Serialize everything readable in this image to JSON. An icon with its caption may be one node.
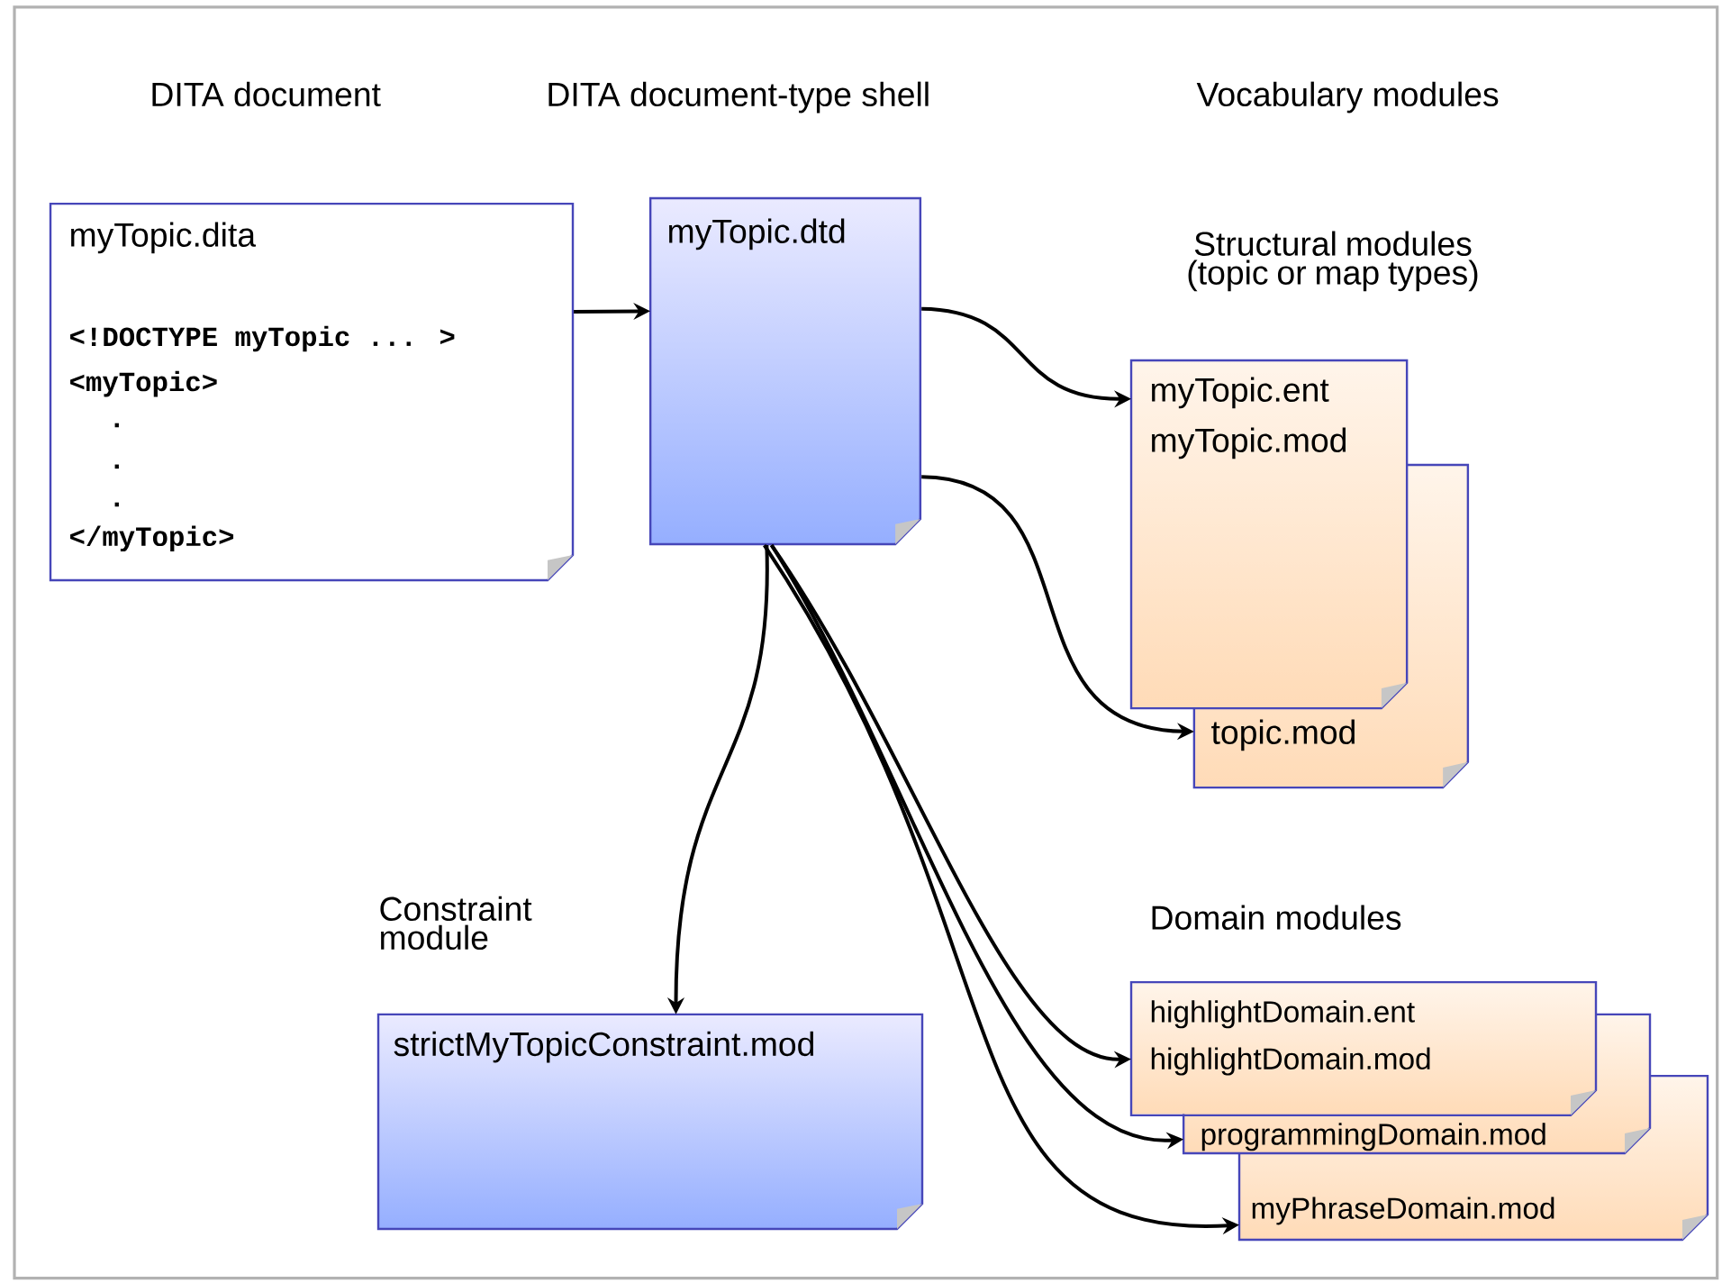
{
  "diagram": {
    "nodes": [
      {
        "text": [
          "myTopic.dita",
          "<!DOCTYPE myTopic ... >",
          "<myTopic>",
          ".",
          ".",
          ".",
          "</myTopic>"
        ]
      },
      {
        "text": [
          "myTopic.dtd"
        ]
      },
      {
        "text": [
          "myTopic.ent",
          "myTopic.mod"
        ]
      },
      {
        "text": [
          "topic.mod"
        ]
      },
      {
        "text": [
          "strictMyTopicConstraint.mod"
        ]
      },
      {
        "text": [
          "highlightDomain.ent",
          "highlightDomain.mod"
        ]
      },
      {
        "text": [
          "programmingDomain.mod"
        ]
      },
      {
        "text": [
          "myPhraseDomain.mod"
        ]
      }
    ],
    "edges": [
      {
        "from": 0,
        "to": 1,
        "arrow": "to"
      },
      {
        "from": 1,
        "to": 2,
        "arrow": "to"
      },
      {
        "from": 1,
        "to": 3,
        "arrow": "to"
      },
      {
        "from": 1,
        "to": 4,
        "arrow": "to"
      },
      {
        "from": 1,
        "to": 5,
        "arrow": "to"
      },
      {
        "from": 1,
        "to": 6,
        "arrow": "to"
      },
      {
        "from": 1,
        "to": 7,
        "arrow": "to"
      }
    ],
    "labels": [
      "DITA document",
      "DITA document-type  shell",
      "Vocabulary modules",
      "Structural modules (topic or map types)",
      "Constraint module",
      "Domain modules"
    ]
  }
}
